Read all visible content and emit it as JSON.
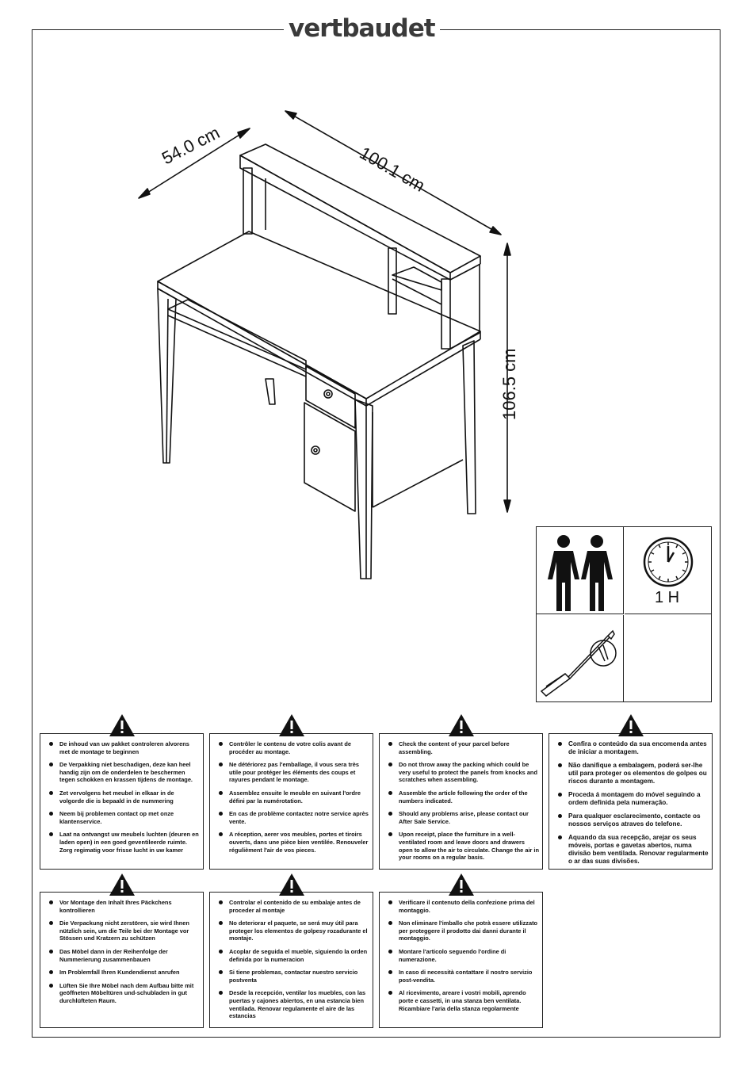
{
  "brand": {
    "logo": "vertbaudet"
  },
  "dimensions": {
    "depth": "54.0 cm",
    "width": "100.1 cm",
    "height": "106.5 cm"
  },
  "assembly_info": {
    "persons_icon": "two-persons-icon",
    "clock_icon": "clock-icon",
    "time": "1 H",
    "tool_icon": "screwdriver-icon"
  },
  "warning_icon": "warning-triangle-icon",
  "notices": {
    "nl": [
      "De inhoud van uw pakket controleren alvorens met de montage te beginnen",
      "De Verpakking niet beschadigen, deze kan heel handig zijn om de onderdelen te beschermen tegen schokken en krassen tijdens de montage.",
      "Zet vervolgens het meubel in elkaar in de volgorde die is bepaald in de nummering",
      "Neem bij problemen contact op met onze klantenservice.",
      "Laat na ontvangst uw meubels luchten (deuren en laden open) in een goed geventileerde ruimte. Zorg regimatig voor frisse lucht in uw kamer"
    ],
    "fr": [
      "Contrôler le contenu de votre colis avant de procéder au montage.",
      "Ne détériorez pas l'emballage, il vous sera très utile pour protéger les éléments des coups et rayures pendant le montage.",
      "Assemblez ensuite le meuble en suivant l'ordre défini par la numérotation.",
      "En cas de problème contactez notre service après vente.",
      "A réception, aerer vos meubles, portes et tiroirs ouverts, dans une pièce bien ventilée. Renouveler régulièment l'air de vos pieces."
    ],
    "en": [
      "Check the content of your parcel before assembling.",
      "Do not throw away the packing which could be very useful to protect the panels from knocks and scratches when assembling.",
      "Assemble the article following the order of the numbers indicated.",
      "Should any problems arise, please contact our After Sale Service.",
      "Upon receipt, place the furniture in a well-ventilated room and leave doors and drawers open to allow the air to circulate. Change the air in your rooms on a regular basis."
    ],
    "pt": [
      "Confira o conteúdo da sua encomenda antes de iniciar a montagem.",
      "Não danifique a embalagem, poderá ser-lhe util para proteger os elementos de golpes ou riscos durante a montagem.",
      "Proceda á montagem do móvel seguindo a ordem definida pela numeração.",
      "Para qualquer esclarecimento, contacte os nossos serviços atraves do telefone.",
      "Aquando da sua recepção, arejar os seus móveis, portas e gavetas abertos, numa divisão bem ventilada. Renovar regularmente o ar das suas divisões."
    ],
    "de": [
      "Vor Montage den Inhalt Ihres Päckchens kontrollieren",
      "Die Verpackung nicht zerstören, sie wird Ihnen nützlich sein, um die Teile bei der Montage vor Stössen und Kratzern zu schützen",
      "Das Möbel dann in der Reihenfolge der Nummerierung zusammenbauen",
      "Im Problemfall Ihren Kundendienst anrufen",
      "Lüften Sie Ihre Möbel nach dem Aufbau bitte mit geöffneten Möbeltüren und-schubladen in gut durchlüfteten Raum."
    ],
    "es": [
      "Controlar el contenido de su embalaje antes de proceder al montaje",
      "No deteriorar el paquete, se será muy útil para proteger los elementos de golpesy rozadurante el montaje.",
      "Acoplar de seguida el mueble, siguiendo la orden definida por la numeracion",
      "Si tiene problemas, contactar nuestro servicio postventa",
      "Desde la recepción, ventilar los muebles, con las puertas y cajones abiertos, en una estancia bien ventilada. Renovar regulamente el aire de las estancias"
    ],
    "it": [
      "Verificare il contenuto della confezione prima del montaggio.",
      "Non eliminare l'imballo che potrà essere utilizzato per proteggere il prodotto dai danni durante il montaggio.",
      "Montare l'articolo seguendo l'ordine di numerazione.",
      "In caso di necessità contattare il nostro servizio post-vendita.",
      "Al ricevimento, areare i vostri mobili, aprendo porte e cassetti, in una stanza ben ventilata. Ricambiare l'aria della stanza regolarmente"
    ]
  }
}
